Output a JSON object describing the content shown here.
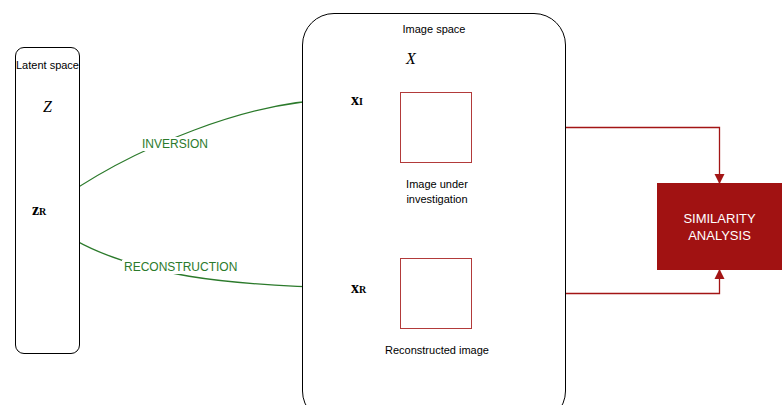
{
  "diagram": {
    "nodes": [
      {
        "text": [
          "Latent space",
          "Z"
        ]
      },
      {
        "text": [
          "zR"
        ],
        "in": 0
      },
      {
        "text": [
          "Image space",
          "X"
        ]
      },
      {
        "text": [
          "xI"
        ],
        "in": 2
      },
      {
        "text": [
          "Image under investigation"
        ],
        "in": 2
      },
      {
        "text": [
          "xR"
        ],
        "in": 2
      },
      {
        "text": [
          "Reconstructed image"
        ],
        "in": 2
      },
      {
        "text": [
          "SIMILARITY ANALYSIS"
        ]
      }
    ],
    "edges": [
      {
        "from": 3,
        "to": 1,
        "label": "INVERSION",
        "arrow": "to"
      },
      {
        "from": 1,
        "to": 5,
        "label": "RECONSTRUCTION",
        "arrow": "to"
      },
      {
        "from": 4,
        "to": 7,
        "arrow": "to"
      },
      {
        "from": 6,
        "to": 7,
        "arrow": "to"
      }
    ]
  }
}
